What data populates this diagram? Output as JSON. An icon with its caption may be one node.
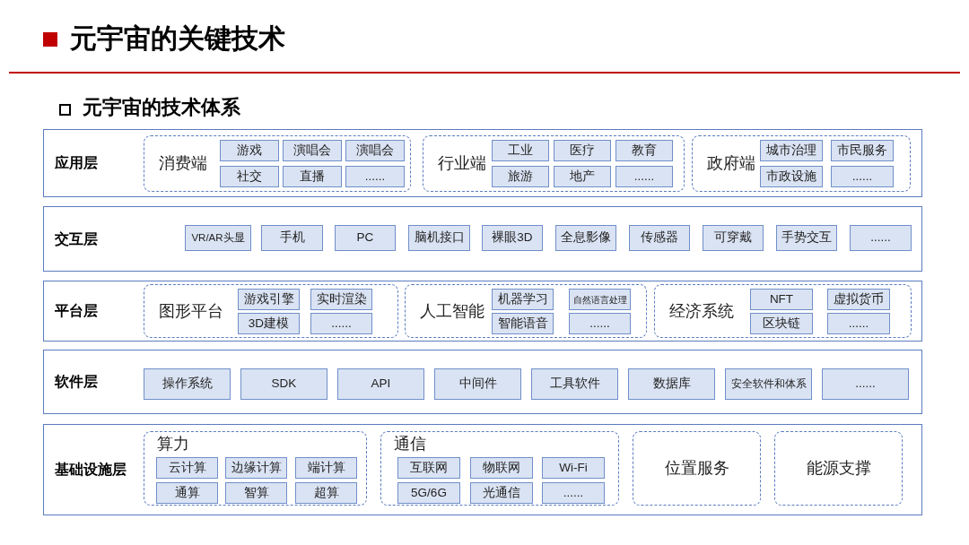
{
  "diagram": {
    "title": "元宇宙的关键技术",
    "labels": [
      "元宇宙的技术体系"
    ],
    "nodes": [
      {
        "text": [
          "应用层"
        ]
      },
      {
        "text": [
          "消费端"
        ],
        "in": 0
      },
      {
        "text": [
          "游戏"
        ],
        "in": 1
      },
      {
        "text": [
          "演唱会"
        ],
        "in": 1
      },
      {
        "text": [
          "演唱会"
        ],
        "in": 1
      },
      {
        "text": [
          "社交"
        ],
        "in": 1
      },
      {
        "text": [
          "直播"
        ],
        "in": 1
      },
      {
        "text": [
          "......"
        ],
        "in": 1
      },
      {
        "text": [
          "行业端"
        ],
        "in": 0
      },
      {
        "text": [
          "工业"
        ],
        "in": 8
      },
      {
        "text": [
          "医疗"
        ],
        "in": 8
      },
      {
        "text": [
          "教育"
        ],
        "in": 8
      },
      {
        "text": [
          "旅游"
        ],
        "in": 8
      },
      {
        "text": [
          "地产"
        ],
        "in": 8
      },
      {
        "text": [
          "......"
        ],
        "in": 8
      },
      {
        "text": [
          "政府端"
        ],
        "in": 0
      },
      {
        "text": [
          "城市治理"
        ],
        "in": 15
      },
      {
        "text": [
          "市民服务"
        ],
        "in": 15
      },
      {
        "text": [
          "市政设施"
        ],
        "in": 15
      },
      {
        "text": [
          "......"
        ],
        "in": 15
      },
      {
        "text": [
          "交互层"
        ]
      },
      {
        "text": [
          "VR/AR头显"
        ],
        "in": 20
      },
      {
        "text": [
          "手机"
        ],
        "in": 20
      },
      {
        "text": [
          "PC"
        ],
        "in": 20
      },
      {
        "text": [
          "脑机接口"
        ],
        "in": 20
      },
      {
        "text": [
          "裸眼3D"
        ],
        "in": 20
      },
      {
        "text": [
          "全息影像"
        ],
        "in": 20
      },
      {
        "text": [
          "传感器"
        ],
        "in": 20
      },
      {
        "text": [
          "可穿戴"
        ],
        "in": 20
      },
      {
        "text": [
          "手势交互"
        ],
        "in": 20
      },
      {
        "text": [
          "......"
        ],
        "in": 20
      },
      {
        "text": [
          "平台层"
        ]
      },
      {
        "text": [
          "图形平台"
        ],
        "in": 31
      },
      {
        "text": [
          "游戏引擎"
        ],
        "in": 32
      },
      {
        "text": [
          "实时渲染"
        ],
        "in": 32
      },
      {
        "text": [
          "3D建模"
        ],
        "in": 32
      },
      {
        "text": [
          "......"
        ],
        "in": 32
      },
      {
        "text": [
          "人工智能"
        ],
        "in": 31
      },
      {
        "text": [
          "机器学习"
        ],
        "in": 37
      },
      {
        "text": [
          "自然语言处理"
        ],
        "in": 37
      },
      {
        "text": [
          "智能语音"
        ],
        "in": 37
      },
      {
        "text": [
          "......"
        ],
        "in": 37
      },
      {
        "text": [
          "经济系统"
        ],
        "in": 31
      },
      {
        "text": [
          "NFT"
        ],
        "in": 42
      },
      {
        "text": [
          "虚拟货币"
        ],
        "in": 42
      },
      {
        "text": [
          "区块链"
        ],
        "in": 42
      },
      {
        "text": [
          "......"
        ],
        "in": 42
      },
      {
        "text": [
          "软件层"
        ]
      },
      {
        "text": [
          "操作系统"
        ],
        "in": 47
      },
      {
        "text": [
          "SDK"
        ],
        "in": 47
      },
      {
        "text": [
          "API"
        ],
        "in": 47
      },
      {
        "text": [
          "中间件"
        ],
        "in": 47
      },
      {
        "text": [
          "工具软件"
        ],
        "in": 47
      },
      {
        "text": [
          "数据库"
        ],
        "in": 47
      },
      {
        "text": [
          "安全软件和体系"
        ],
        "in": 47
      },
      {
        "text": [
          "......"
        ],
        "in": 47
      },
      {
        "text": [
          "基础设施层"
        ]
      },
      {
        "text": [
          "算力"
        ],
        "in": 56
      },
      {
        "text": [
          "云计算"
        ],
        "in": 57
      },
      {
        "text": [
          "边缘计算"
        ],
        "in": 57
      },
      {
        "text": [
          "端计算"
        ],
        "in": 57
      },
      {
        "text": [
          "通算"
        ],
        "in": 57
      },
      {
        "text": [
          "智算"
        ],
        "in": 57
      },
      {
        "text": [
          "超算"
        ],
        "in": 57
      },
      {
        "text": [
          "通信"
        ],
        "in": 56
      },
      {
        "text": [
          "互联网"
        ],
        "in": 64
      },
      {
        "text": [
          "物联网"
        ],
        "in": 64
      },
      {
        "text": [
          "Wi-Fi"
        ],
        "in": 64
      },
      {
        "text": [
          "5G/6G"
        ],
        "in": 64
      },
      {
        "text": [
          "光通信"
        ],
        "in": 64
      },
      {
        "text": [
          "......"
        ],
        "in": 64
      },
      {
        "text": [
          "位置服务"
        ],
        "in": 56
      },
      {
        "text": [
          "能源支撑"
        ],
        "in": 56
      }
    ]
  }
}
